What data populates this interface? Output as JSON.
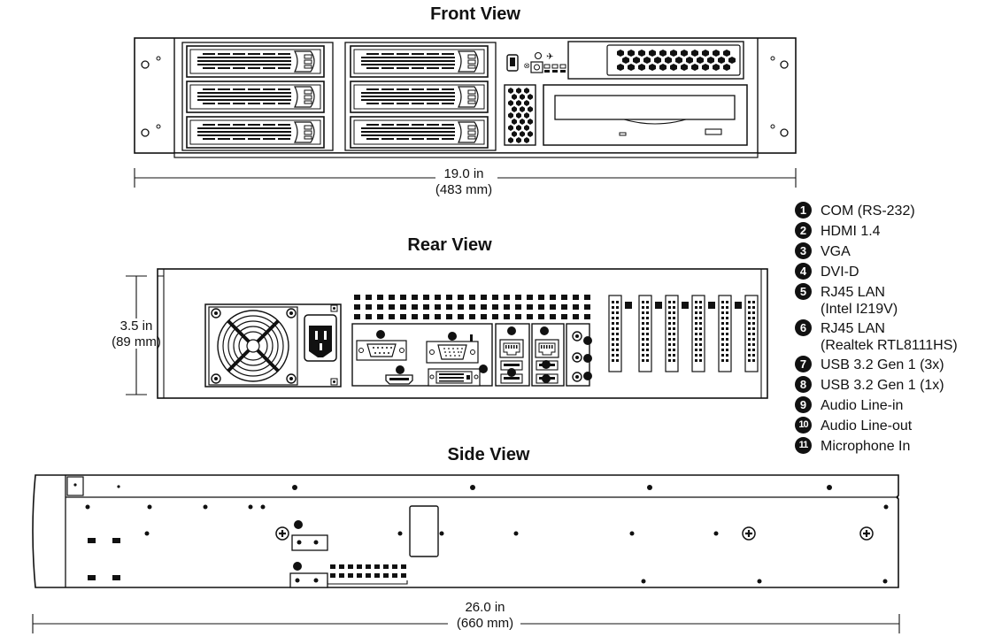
{
  "views": {
    "front": "Front View",
    "rear": "Rear View",
    "side": "Side View"
  },
  "dimensions": {
    "width_in": "19.0 in",
    "width_mm": "(483 mm)",
    "height_in": "3.5 in",
    "height_mm": "(89 mm)",
    "depth_in": "26.0 in",
    "depth_mm": "(660 mm)"
  },
  "legend": [
    {
      "num": "1",
      "label": "COM (RS-232)"
    },
    {
      "num": "2",
      "label": "HDMI 1.4"
    },
    {
      "num": "3",
      "label": "VGA"
    },
    {
      "num": "4",
      "label": "DVI-D"
    },
    {
      "num": "5",
      "label": "RJ45 LAN",
      "sub": "(Intel I219V)"
    },
    {
      "num": "6",
      "label": "RJ45 LAN",
      "sub": "(Realtek RTL8111HS)"
    },
    {
      "num": "7",
      "label": "USB 3.2 Gen 1 (3x)"
    },
    {
      "num": "8",
      "label": "USB 3.2 Gen 1 (1x)"
    },
    {
      "num": "9",
      "label": "Audio Line-in"
    },
    {
      "num": "10",
      "label": "Audio Line-out"
    },
    {
      "num": "11",
      "label": "Microphone In"
    }
  ]
}
